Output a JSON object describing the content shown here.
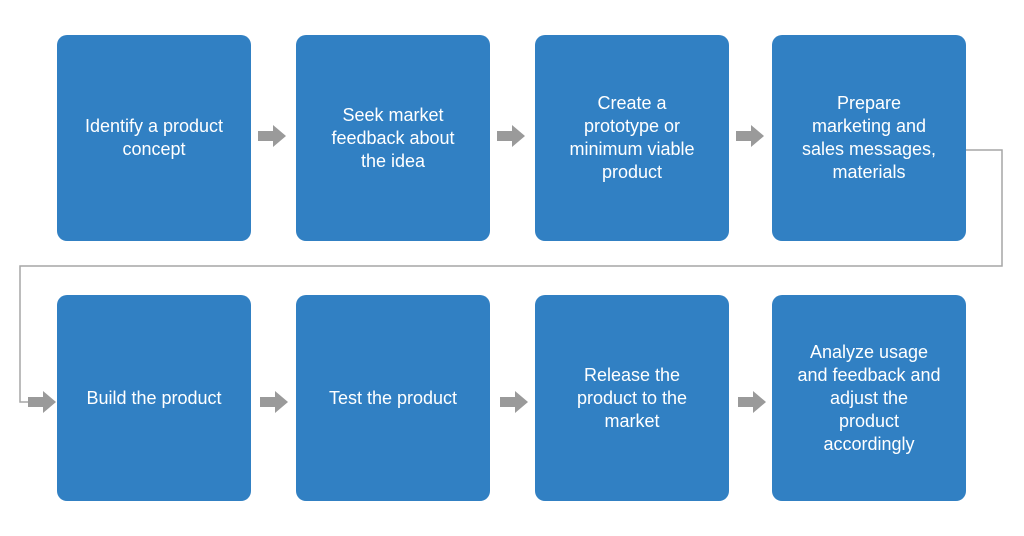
{
  "colors": {
    "box_fill": "#3180c3",
    "box_text": "#ffffff",
    "arrow": "#9a9a9a",
    "connector_line": "#a6a6a6"
  },
  "steps": [
    {
      "label": "Identify a product\nconcept"
    },
    {
      "label": "Seek market\nfeedback about\nthe idea"
    },
    {
      "label": "Create a\nprototype or\nminimum viable\nproduct"
    },
    {
      "label": "Prepare\nmarketing and\nsales messages,\nmaterials"
    },
    {
      "label": "Build the product"
    },
    {
      "label": "Test the product"
    },
    {
      "label": "Release the\nproduct to the\nmarket"
    },
    {
      "label": "Analyze usage\nand feedback and\nadjust the\nproduct\naccordingly"
    }
  ],
  "arrow_icon": "right-arrow-icon"
}
